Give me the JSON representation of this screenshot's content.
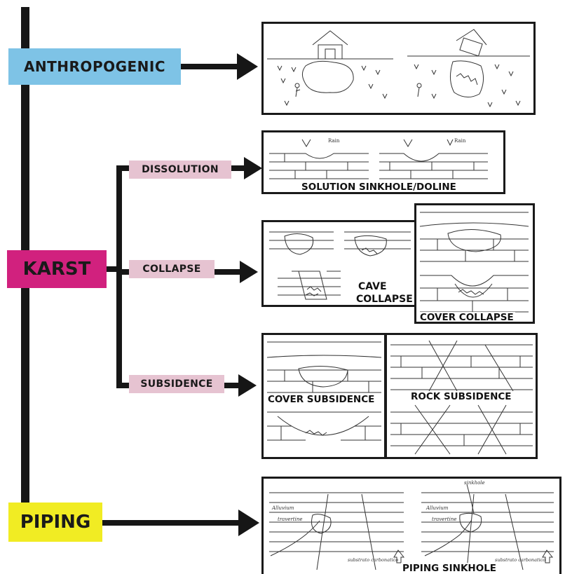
{
  "categories": {
    "anthropogenic": "ANTHROPOGENIC",
    "karst": "KARST",
    "piping": "PIPING"
  },
  "karst_types": {
    "dissolution": "DISSOLUTION",
    "collapse": "COLLAPSE",
    "subsidence": "SUBSIDENCE"
  },
  "captions": {
    "solution": "SOLUTION SINKHOLE/DOLINE",
    "cave_collapse_1": "CAVE",
    "cave_collapse_2": "COLLAPSE",
    "cover_collapse": "COVER COLLAPSE",
    "cover_subsidence": "COVER SUBSIDENCE",
    "rock_subsidence": "ROCK SUBSIDENCE",
    "piping_sinkhole": "PIPING SINKHOLE"
  },
  "sketch_labels": {
    "rain": "Rain",
    "sinkhole": "sinkhole",
    "alluvium": "Alluvium",
    "travertine": "travertine",
    "substrate": "substrato carbonatico"
  },
  "colors": {
    "anthropogenic": "#7ec3e6",
    "karst": "#d1217e",
    "piping": "#f1ec23",
    "karst_subtype": "#e6c3d1",
    "lines": "#161616"
  }
}
